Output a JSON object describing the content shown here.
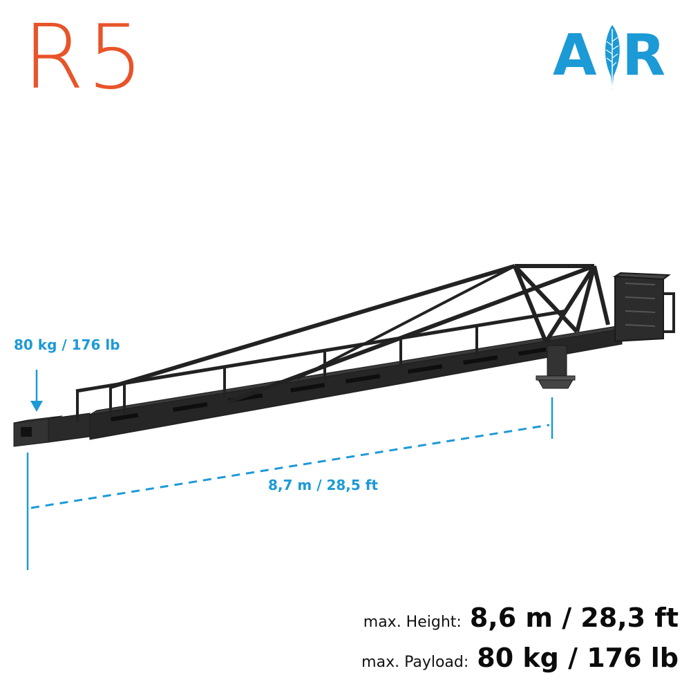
{
  "model": "R5",
  "brand": {
    "logo_text": "AIR",
    "logo_icon": "feather-icon",
    "color": "#1c9ad6"
  },
  "colors": {
    "model": "#e8542a",
    "accent": "#1c9ad6",
    "crane": "#2a2a2a"
  },
  "callouts": {
    "payload": "80 kg / 176 lb",
    "reach": "8,7 m / 28,5 ft"
  },
  "specs": {
    "height_label": "max. Height:",
    "height_value": "8,6 m / 28,3 ft",
    "payload_label": "max. Payload:",
    "payload_value": "80 kg / 176 lb"
  }
}
